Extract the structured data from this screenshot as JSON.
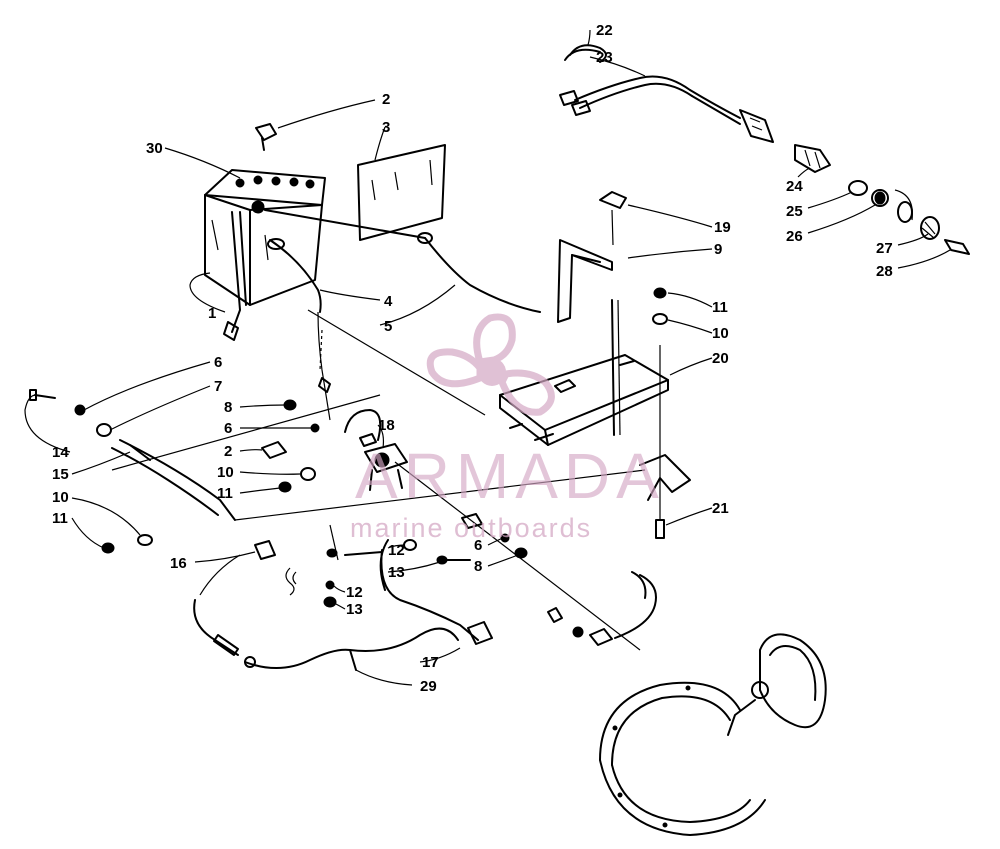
{
  "diagram": {
    "callouts": [
      {
        "id": "c1",
        "text": "1"
      },
      {
        "id": "c2a",
        "text": "2"
      },
      {
        "id": "c2b",
        "text": "2"
      },
      {
        "id": "c3",
        "text": "3"
      },
      {
        "id": "c4",
        "text": "4"
      },
      {
        "id": "c5",
        "text": "5"
      },
      {
        "id": "c6a",
        "text": "6"
      },
      {
        "id": "c6b",
        "text": "6"
      },
      {
        "id": "c6c",
        "text": "6"
      },
      {
        "id": "c7",
        "text": "7"
      },
      {
        "id": "c8a",
        "text": "8"
      },
      {
        "id": "c8b",
        "text": "8"
      },
      {
        "id": "c9",
        "text": "9"
      },
      {
        "id": "c10a",
        "text": "10"
      },
      {
        "id": "c10b",
        "text": "10"
      },
      {
        "id": "c10c",
        "text": "10"
      },
      {
        "id": "c11a",
        "text": "11"
      },
      {
        "id": "c11b",
        "text": "11"
      },
      {
        "id": "c11c",
        "text": "11"
      },
      {
        "id": "c12a",
        "text": "12"
      },
      {
        "id": "c12b",
        "text": "12"
      },
      {
        "id": "c13a",
        "text": "13"
      },
      {
        "id": "c13b",
        "text": "13"
      },
      {
        "id": "c14",
        "text": "14"
      },
      {
        "id": "c15",
        "text": "15"
      },
      {
        "id": "c16",
        "text": "16"
      },
      {
        "id": "c17",
        "text": "17"
      },
      {
        "id": "c18",
        "text": "18"
      },
      {
        "id": "c19",
        "text": "19"
      },
      {
        "id": "c20",
        "text": "20"
      },
      {
        "id": "c21",
        "text": "21"
      },
      {
        "id": "c22",
        "text": "22"
      },
      {
        "id": "c23",
        "text": "23"
      },
      {
        "id": "c24",
        "text": "24"
      },
      {
        "id": "c25",
        "text": "25"
      },
      {
        "id": "c26",
        "text": "26"
      },
      {
        "id": "c27",
        "text": "27"
      },
      {
        "id": "c28",
        "text": "28"
      },
      {
        "id": "c29",
        "text": "29"
      },
      {
        "id": "c30",
        "text": "30"
      }
    ]
  },
  "watermark": {
    "brand": "ARMADA",
    "tagline": "marine outboards",
    "color": "#d4a8c4"
  }
}
